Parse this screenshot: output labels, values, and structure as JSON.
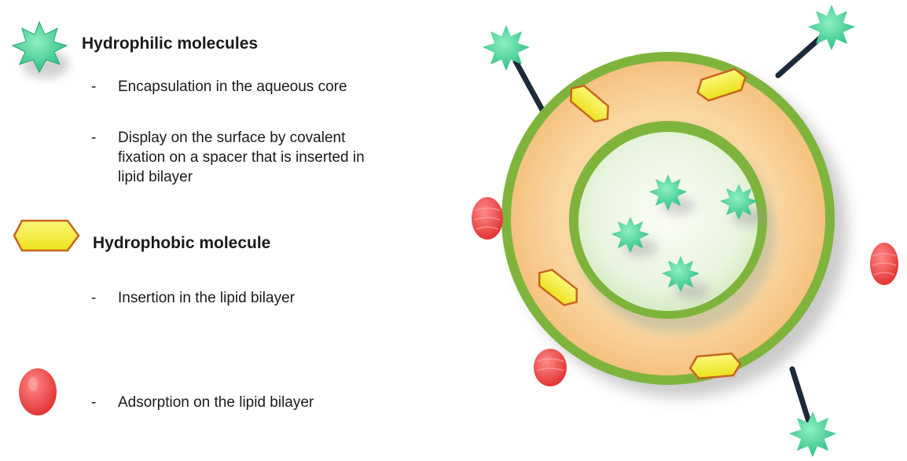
{
  "legend": {
    "hydrophilic": {
      "heading": "Hydrophilic molecules",
      "icon": "green-star-icon",
      "items": [
        {
          "bullet": "-",
          "text": "Encapsulation in the aqueous core"
        },
        {
          "bullet": "-",
          "text": "Display on the surface by covalent fixation on a spacer that is inserted in lipid bilayer"
        }
      ]
    },
    "hydrophobic": {
      "heading": "Hydrophobic molecule",
      "icon": "yellow-hexagon-icon",
      "items": [
        {
          "bullet": "-",
          "text": "Insertion in the lipid bilayer"
        }
      ]
    },
    "adsorbed": {
      "icon": "red-globule-icon",
      "items": [
        {
          "bullet": "-",
          "text": "Adsorption on the lipid bilayer"
        }
      ]
    }
  },
  "colors": {
    "star": "#3fcf95",
    "hexagon_fill": "#f4ef2a",
    "hexagon_stroke": "#c8641e",
    "globule": "#ef4b4b",
    "bilayer_outer": "#7fb43c",
    "bilayer_fill": "#f8cb8e",
    "core": "#eef6e4",
    "spacer": "#1c2a3a"
  }
}
